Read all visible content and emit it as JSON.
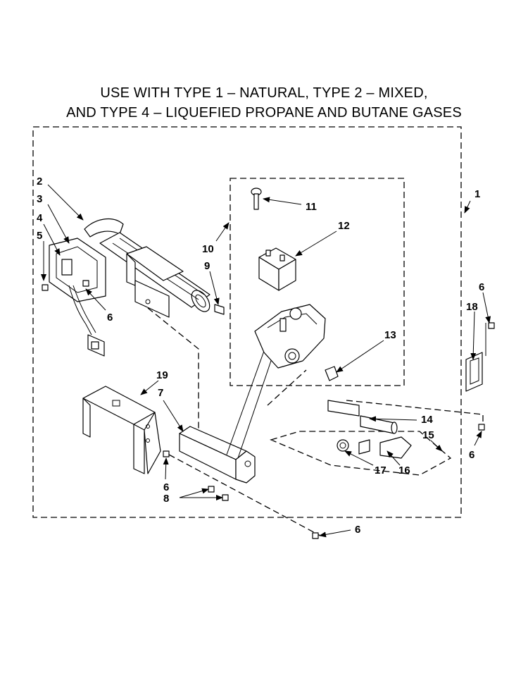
{
  "title": {
    "line1": "USE WITH TYPE 1 – NATURAL, TYPE 2 – MIXED,",
    "line2": "AND TYPE 4 – LIQUEFIED PROPANE AND BUTANE GASES"
  },
  "callouts": [
    {
      "key": "c1",
      "text": "1"
    },
    {
      "key": "c2",
      "text": "2"
    },
    {
      "key": "c3",
      "text": "3"
    },
    {
      "key": "c4",
      "text": "4"
    },
    {
      "key": "c5",
      "text": "5"
    },
    {
      "key": "c6a",
      "text": "6"
    },
    {
      "key": "c6b",
      "text": "6"
    },
    {
      "key": "c6c",
      "text": "6"
    },
    {
      "key": "c6d",
      "text": "6"
    },
    {
      "key": "c6e",
      "text": "6"
    },
    {
      "key": "c7",
      "text": "7"
    },
    {
      "key": "c8",
      "text": "8"
    },
    {
      "key": "c9",
      "text": "9"
    },
    {
      "key": "c10",
      "text": "10"
    },
    {
      "key": "c11",
      "text": "11"
    },
    {
      "key": "c12",
      "text": "12"
    },
    {
      "key": "c13",
      "text": "13"
    },
    {
      "key": "c14",
      "text": "14"
    },
    {
      "key": "c15",
      "text": "15"
    },
    {
      "key": "c16",
      "text": "16"
    },
    {
      "key": "c17",
      "text": "17"
    },
    {
      "key": "c18",
      "text": "18"
    },
    {
      "key": "c19",
      "text": "19"
    }
  ]
}
